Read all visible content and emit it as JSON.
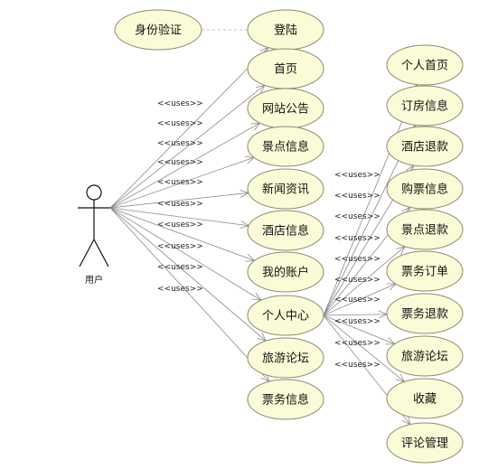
{
  "actor": {
    "label": "用户"
  },
  "auth_use_case": {
    "label": "身份验证"
  },
  "main_use_cases": [
    {
      "label": "登陆"
    },
    {
      "label": "首页"
    },
    {
      "label": "网站公告"
    },
    {
      "label": "景点信息"
    },
    {
      "label": "新闻资讯"
    },
    {
      "label": "酒店信息"
    },
    {
      "label": "我的账户"
    },
    {
      "label": "个人中心"
    },
    {
      "label": "旅游论坛"
    },
    {
      "label": "票务信息"
    }
  ],
  "personal_center_use_cases": [
    {
      "label": "个人首页"
    },
    {
      "label": "订房信息"
    },
    {
      "label": "酒店退款"
    },
    {
      "label": "购票信息"
    },
    {
      "label": "景点退款"
    },
    {
      "label": "票务订单"
    },
    {
      "label": "票务退款"
    },
    {
      "label": "旅游论坛"
    },
    {
      "label": "收藏"
    },
    {
      "label": "评论管理"
    }
  ],
  "uses_label": "<<uses>>"
}
